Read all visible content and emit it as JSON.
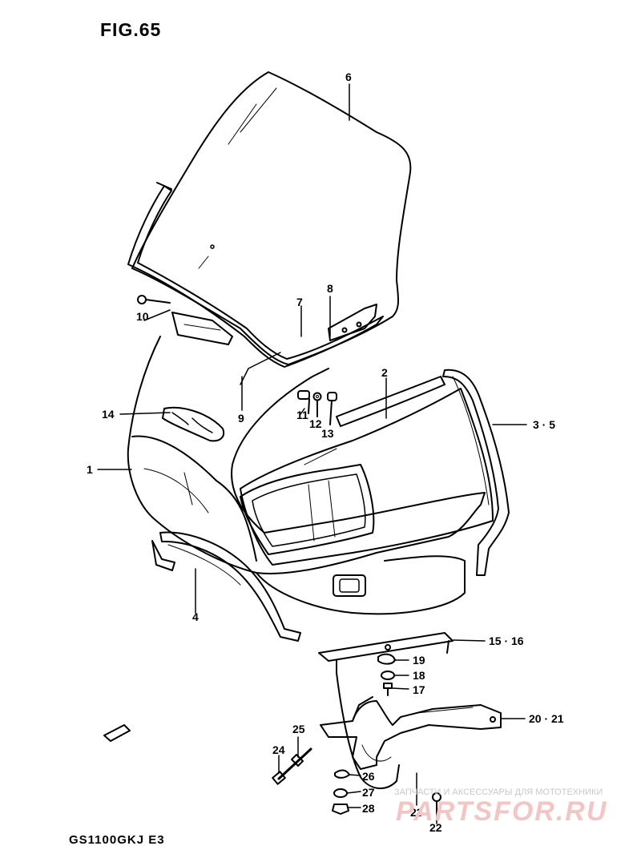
{
  "figure": {
    "title": "FIG.65",
    "model": "GS1100GKJ E3"
  },
  "callouts": {
    "p1": "1",
    "p2": "2",
    "p3_5": "3 · 5",
    "p4": "4",
    "p6": "6",
    "p7": "7",
    "p8": "8",
    "p9": "9",
    "p10": "10",
    "p11": "11",
    "p12": "12",
    "p13": "13",
    "p14": "14",
    "p15_16": "15 · 16",
    "p17": "17",
    "p18": "18",
    "p19": "19",
    "p20_21": "20 · 21",
    "p22": "22",
    "p23": "23",
    "p24": "24",
    "p25": "25",
    "p26": "26",
    "p27": "27",
    "p28": "28"
  },
  "watermark": {
    "subtitle": "ЗАПЧАСТИ И АКСЕССУАРЫ ДЛЯ МОТОТЕХНИКИ",
    "brand": "PARTSFOR.RU"
  },
  "colors": {
    "ink": "#000000",
    "watermark": "#f3c6c6",
    "watermark_sub": "#c9c9c9"
  }
}
